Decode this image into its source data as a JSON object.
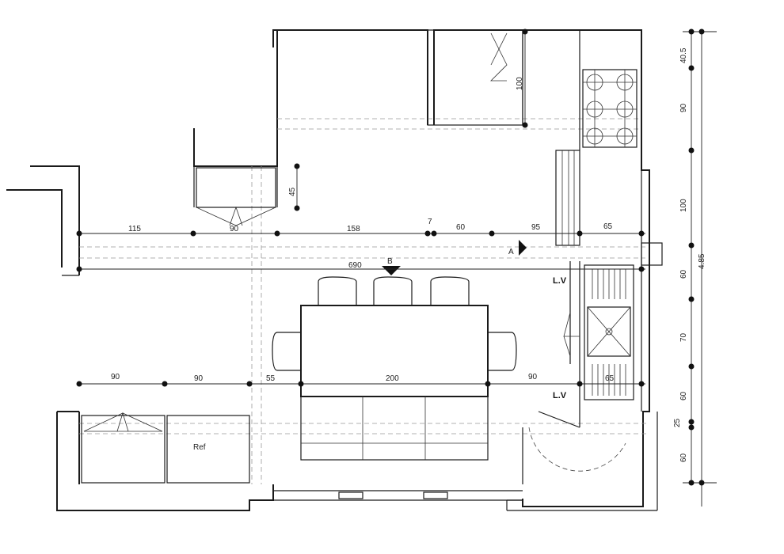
{
  "labels": {
    "ref": "Ref",
    "lv1": "L.V",
    "lv2": "L.V",
    "section_a": "A",
    "section_b": "B"
  },
  "dims": {
    "d115": "115",
    "d90a": "90",
    "d158": "158",
    "d7": "7",
    "d60a": "60",
    "d95": "95",
    "d65a": "65",
    "d690": "690",
    "d45": "45",
    "d100a": "100",
    "b90a": "90",
    "b90b": "90",
    "b55": "55",
    "b200": "200",
    "b90c": "90",
    "b65": "65",
    "v40_5": "40.5",
    "v90": "90",
    "v100": "100",
    "v60a": "60",
    "v70": "70",
    "v60b": "60",
    "v25": "25",
    "v60c": "60",
    "v485": "4.85"
  }
}
